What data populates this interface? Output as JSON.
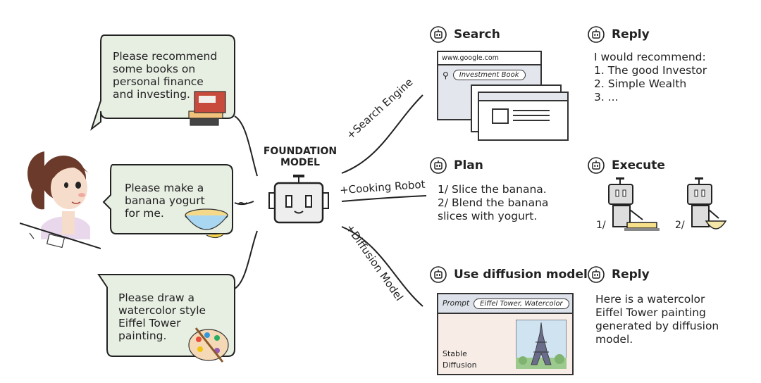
{
  "bubbles": {
    "books": "Please recommend\nsome books on\npersonal finance\nand investing.",
    "yogurt": "Please make a\nbanana yogurt\nfor me.",
    "painting": "Please draw a\nwatercolor style\nEiffel Tower\npainting."
  },
  "center": {
    "title_line1": "FOUNDATION",
    "title_line2": "MODEL"
  },
  "edges": {
    "search_engine": "+Search Engine",
    "cooking_robot": "+Cooking Robot",
    "diffusion_model": "+Diffusion Model"
  },
  "row1": {
    "action_heading": "Search",
    "browser_url": "www.google.com",
    "search_query": "Investment Book",
    "reply_heading": "Reply",
    "reply_text": "I would recommend:\n1. The good Investor\n2. Simple Wealth\n3. ..."
  },
  "row2": {
    "plan_heading": "Plan",
    "plan_text": "1/  Slice the banana.\n2/  Blend the banana\nslices with yogurt.",
    "execute_heading": "Execute",
    "step1_label": "1/",
    "step2_label": "2/"
  },
  "row3": {
    "action_heading": "Use diffusion model",
    "prompt_label": "Prompt",
    "prompt_value": "Eiffel Tower, Watercolor",
    "sd_label": "Stable\nDiffusion",
    "reply_heading": "Reply",
    "reply_text": "Here is a watercolor\nEiffel Tower painting\ngenerated by diffusion\nmodel."
  },
  "colors": {
    "bubble_fill": "#e7eee2",
    "robot_fill": "#eeeeee",
    "panel_fill": "#f7ece6",
    "prompt_bar": "#dde2ea",
    "browser_fill": "#e4e6ee"
  }
}
